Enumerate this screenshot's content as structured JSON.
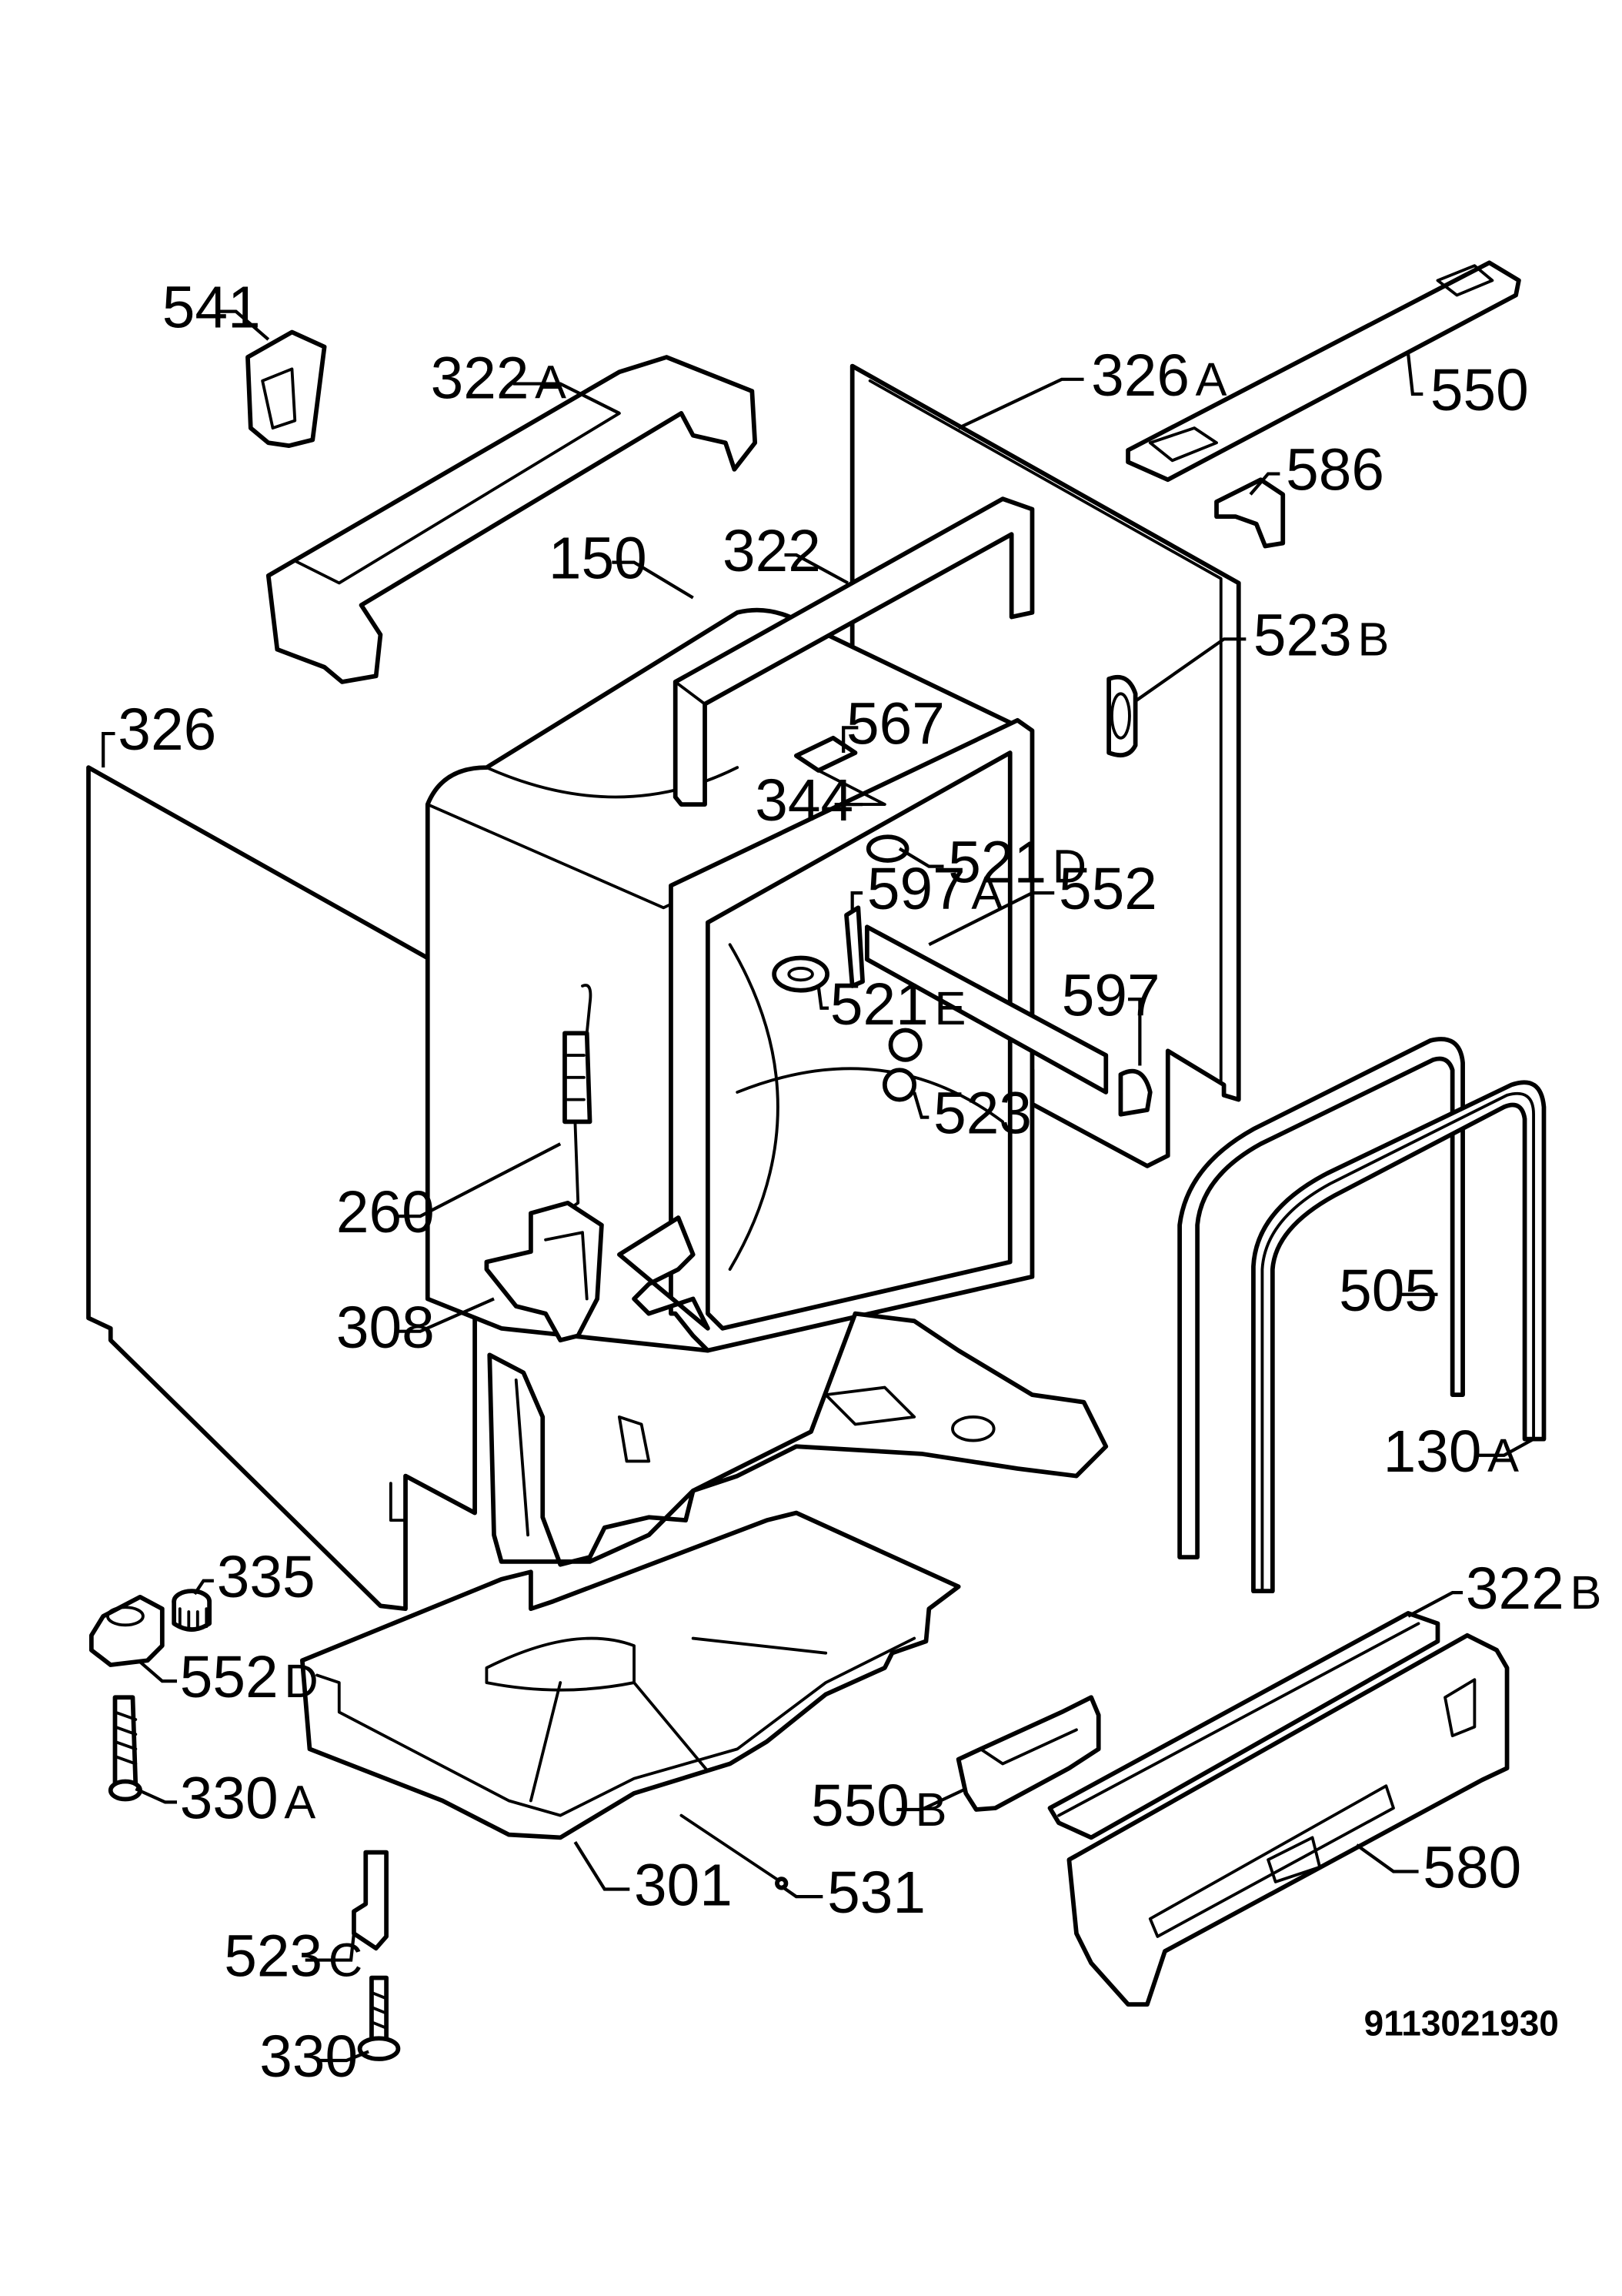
{
  "labels": {
    "p541": {
      "num": "541",
      "sfx": ""
    },
    "p322A": {
      "num": "322",
      "sfx": "A"
    },
    "p326A": {
      "num": "326",
      "sfx": "A"
    },
    "p550": {
      "num": "550",
      "sfx": ""
    },
    "p586": {
      "num": "586",
      "sfx": ""
    },
    "p150": {
      "num": "150",
      "sfx": ""
    },
    "p322": {
      "num": "322",
      "sfx": ""
    },
    "p523B": {
      "num": "523",
      "sfx": "B"
    },
    "p326": {
      "num": "326",
      "sfx": ""
    },
    "p567": {
      "num": "567",
      "sfx": ""
    },
    "p344": {
      "num": "344",
      "sfx": ""
    },
    "p521D": {
      "num": "521",
      "sfx": "D"
    },
    "p597A": {
      "num": "597",
      "sfx": "A"
    },
    "p552": {
      "num": "552",
      "sfx": ""
    },
    "p521E": {
      "num": "521",
      "sfx": "E"
    },
    "p597": {
      "num": "597",
      "sfx": ""
    },
    "p523": {
      "num": "523",
      "sfx": ""
    },
    "p260": {
      "num": "260",
      "sfx": ""
    },
    "p505": {
      "num": "505",
      "sfx": ""
    },
    "p308": {
      "num": "308",
      "sfx": ""
    },
    "p130A": {
      "num": "130",
      "sfx": "A"
    },
    "p335": {
      "num": "335",
      "sfx": ""
    },
    "p322B": {
      "num": "322",
      "sfx": "B"
    },
    "p552D": {
      "num": "552",
      "sfx": "D"
    },
    "p330A": {
      "num": "330",
      "sfx": "A"
    },
    "p550B": {
      "num": "550",
      "sfx": "B"
    },
    "p580": {
      "num": "580",
      "sfx": ""
    },
    "p301": {
      "num": "301",
      "sfx": ""
    },
    "p531": {
      "num": "531",
      "sfx": ""
    },
    "p523C": {
      "num": "523",
      "sfx": "C"
    },
    "p330": {
      "num": "330",
      "sfx": ""
    }
  },
  "document_number": "9113021930"
}
